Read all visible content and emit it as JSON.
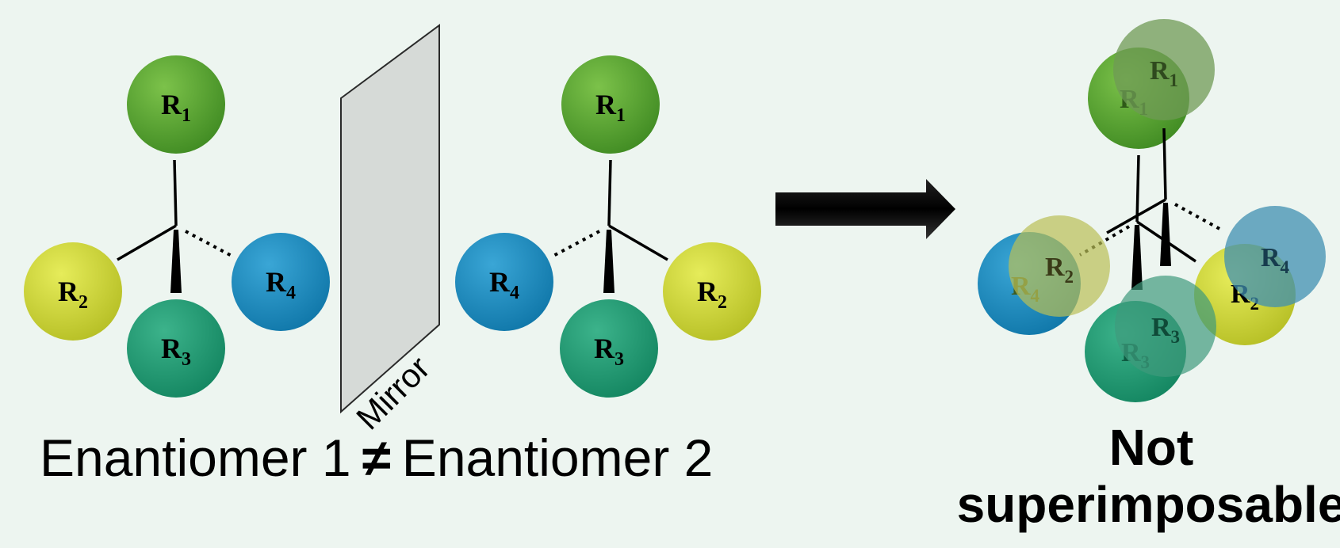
{
  "colors": {
    "background": "#edf5f0",
    "R1": "#4e9a2a",
    "R2": "#c9d132",
    "R3": "#1e9670",
    "R4": "#1a88b8",
    "mirror": "#d6dad7",
    "arrow": "#111111"
  },
  "labels": {
    "R1": {
      "sym": "R",
      "sub": "1"
    },
    "R2": {
      "sym": "R",
      "sub": "2"
    },
    "R3": {
      "sym": "R",
      "sub": "3"
    },
    "R4": {
      "sym": "R",
      "sub": "4"
    }
  },
  "mirror": {
    "label": "Mirror"
  },
  "captions": {
    "left": "Enantiomer 1",
    "neq": "≠",
    "right": "Enantiomer 2",
    "result_line1": "Not",
    "result_line2": "superimposable"
  },
  "icons": {
    "arrow": "right-arrow-icon"
  }
}
